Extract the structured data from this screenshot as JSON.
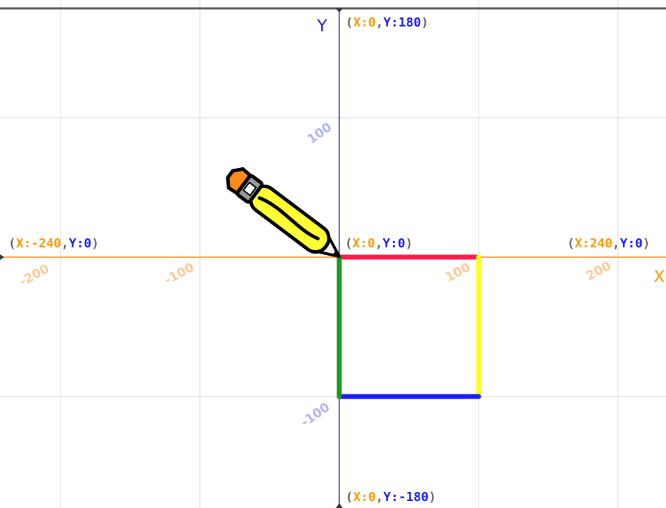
{
  "stage": {
    "x_range": [
      -240,
      240
    ],
    "y_range": [
      -180,
      180
    ],
    "grid_step": 100,
    "grid": true,
    "colors": {
      "grid": "#d9d9d9",
      "x_axis": "#ffa64d",
      "y_axis": "#3333cc",
      "border": "#555555",
      "label_orange": "#ff9900",
      "label_blue": "#1a1aff",
      "label_gray": "#666666",
      "x_tick": "#ffc899",
      "y_tick": "#b3b3f0"
    }
  },
  "axes": {
    "x_name": "X",
    "y_name": "Y",
    "x_ticks": [
      "-200",
      "-100",
      "100",
      "200"
    ],
    "y_ticks": [
      "100",
      "-100"
    ]
  },
  "points": {
    "top": {
      "x_key": "X:",
      "x_val": "0",
      "y_key": "Y:",
      "y_val": "180"
    },
    "bottom": {
      "x_key": "X:",
      "x_val": "0",
      "y_key": "Y:",
      "y_val": "-180"
    },
    "left": {
      "x_key": "X:",
      "x_val": "-240",
      "y_key": "Y:",
      "y_val": "0"
    },
    "right": {
      "x_key": "X:",
      "x_val": "240",
      "y_key": "Y:",
      "y_val": "0"
    },
    "origin": {
      "x_key": "X:",
      "x_val": "0",
      "y_key": "Y:",
      "y_val": "0"
    }
  },
  "square": {
    "vertices": [
      [
        0,
        0
      ],
      [
        100,
        0
      ],
      [
        100,
        -100
      ],
      [
        0,
        -100
      ]
    ],
    "edges": [
      {
        "name": "top-edge",
        "from": [
          0,
          0
        ],
        "to": [
          100,
          0
        ],
        "color": "#ff1a4d"
      },
      {
        "name": "right-edge",
        "from": [
          100,
          0
        ],
        "to": [
          100,
          -100
        ],
        "color": "#ffff1a"
      },
      {
        "name": "bottom-edge",
        "from": [
          100,
          -100
        ],
        "to": [
          0,
          -100
        ],
        "color": "#1a1aff"
      },
      {
        "name": "left-edge",
        "from": [
          0,
          -100
        ],
        "to": [
          0,
          0
        ],
        "color": "#1a991a"
      }
    ]
  },
  "sprite": {
    "icon": "pencil-icon",
    "body_color": "#ffff33",
    "eraser_color": "#ff8c1a",
    "ferrule_color": "#999999"
  }
}
